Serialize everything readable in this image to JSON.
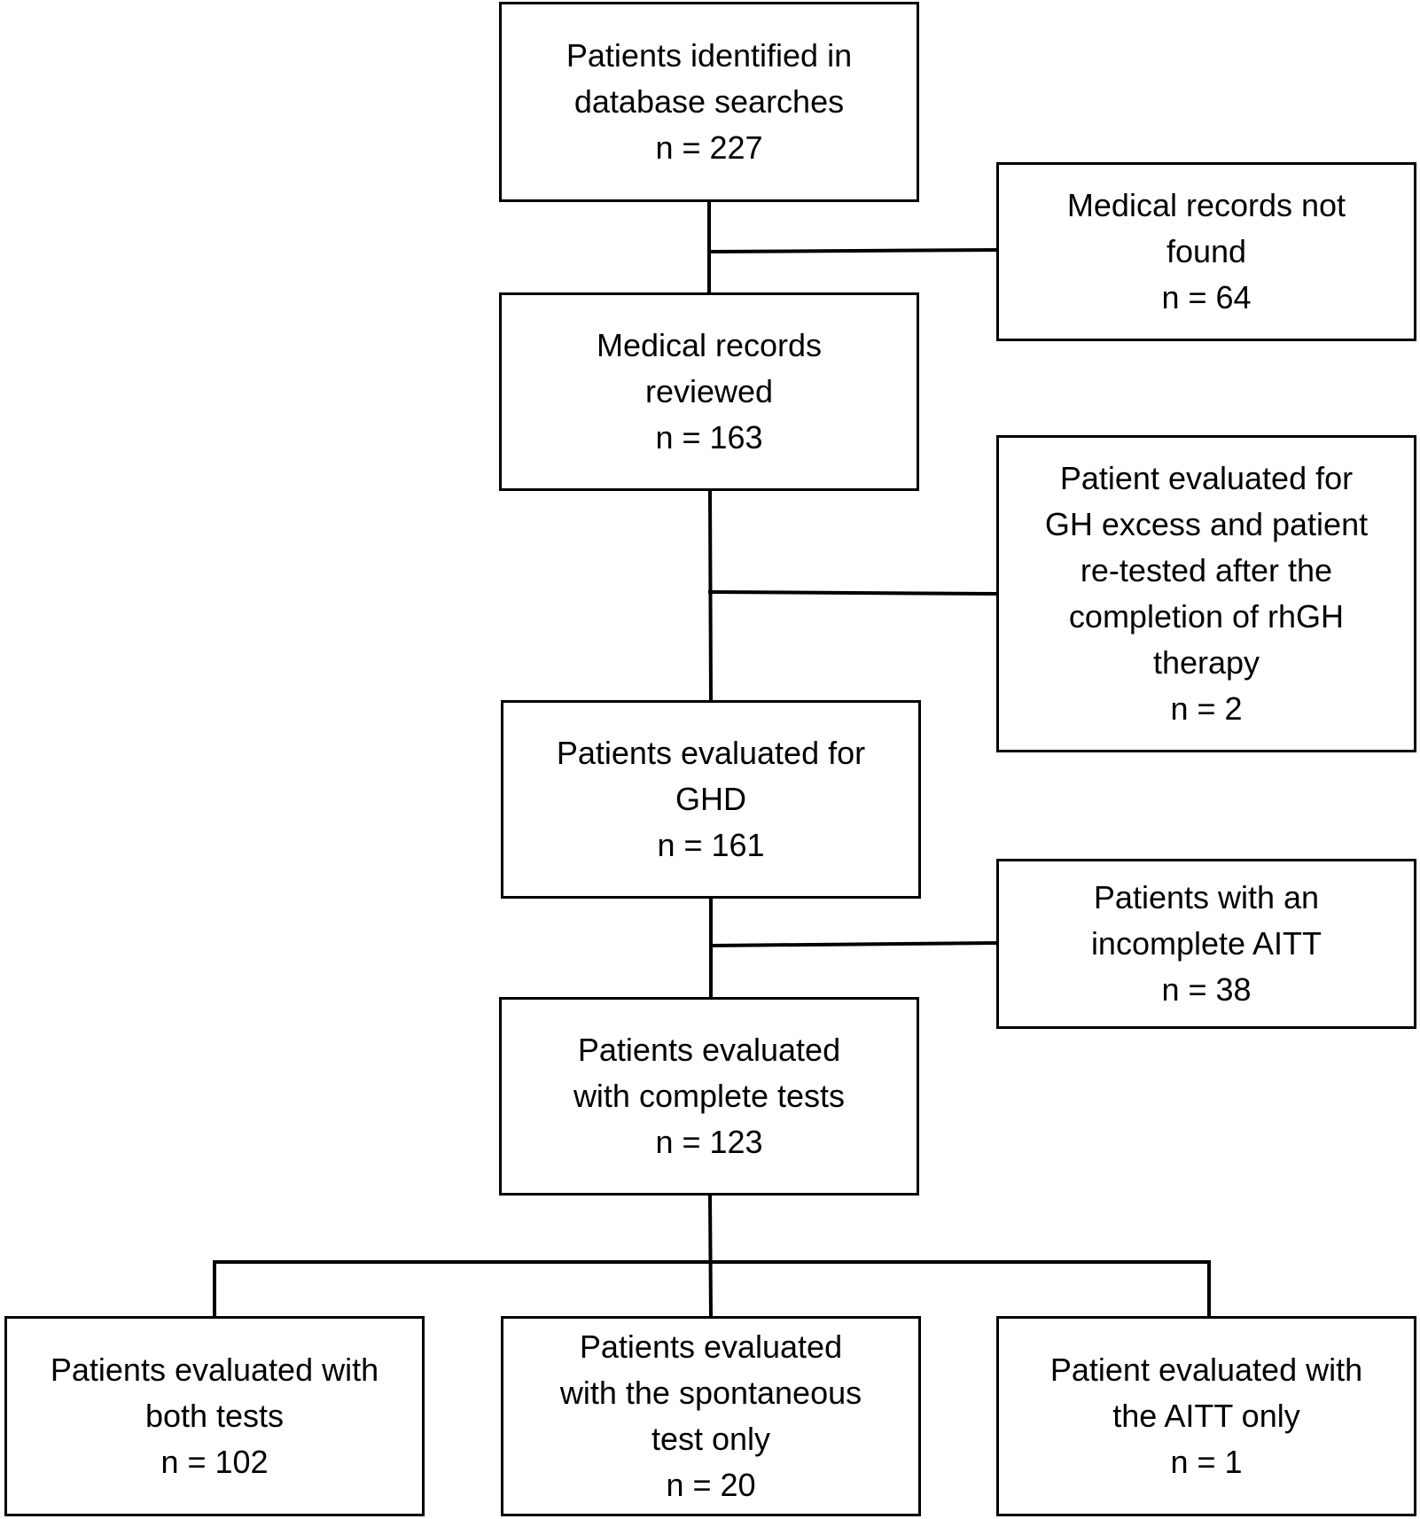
{
  "boxes": {
    "identified": {
      "lines": [
        "Patients identified in",
        "database searches",
        "n = 227"
      ]
    },
    "not_found": {
      "lines": [
        "Medical records not",
        "found",
        "n = 64"
      ]
    },
    "reviewed": {
      "lines": [
        "Medical records",
        "reviewed",
        "n = 163"
      ]
    },
    "excluded": {
      "lines": [
        "Patient evaluated for",
        "GH excess and patient",
        "re-tested after the",
        "completion of rhGH",
        "therapy",
        "n = 2"
      ]
    },
    "ghd": {
      "lines": [
        "Patients evaluated for",
        "GHD",
        "n = 161"
      ]
    },
    "incomplete": {
      "lines": [
        "Patients with an",
        "incomplete AITT",
        "n = 38"
      ]
    },
    "complete": {
      "lines": [
        "Patients evaluated",
        "with complete tests",
        "n = 123"
      ]
    },
    "both": {
      "lines": [
        "Patients evaluated with",
        "both tests",
        "n = 102"
      ]
    },
    "spontaneous": {
      "lines": [
        "Patients evaluated",
        "with the spontaneous",
        "test only",
        "n = 20"
      ]
    },
    "aitt_only": {
      "lines": [
        "Patient evaluated with",
        "the AITT only",
        "n = 1"
      ]
    }
  }
}
